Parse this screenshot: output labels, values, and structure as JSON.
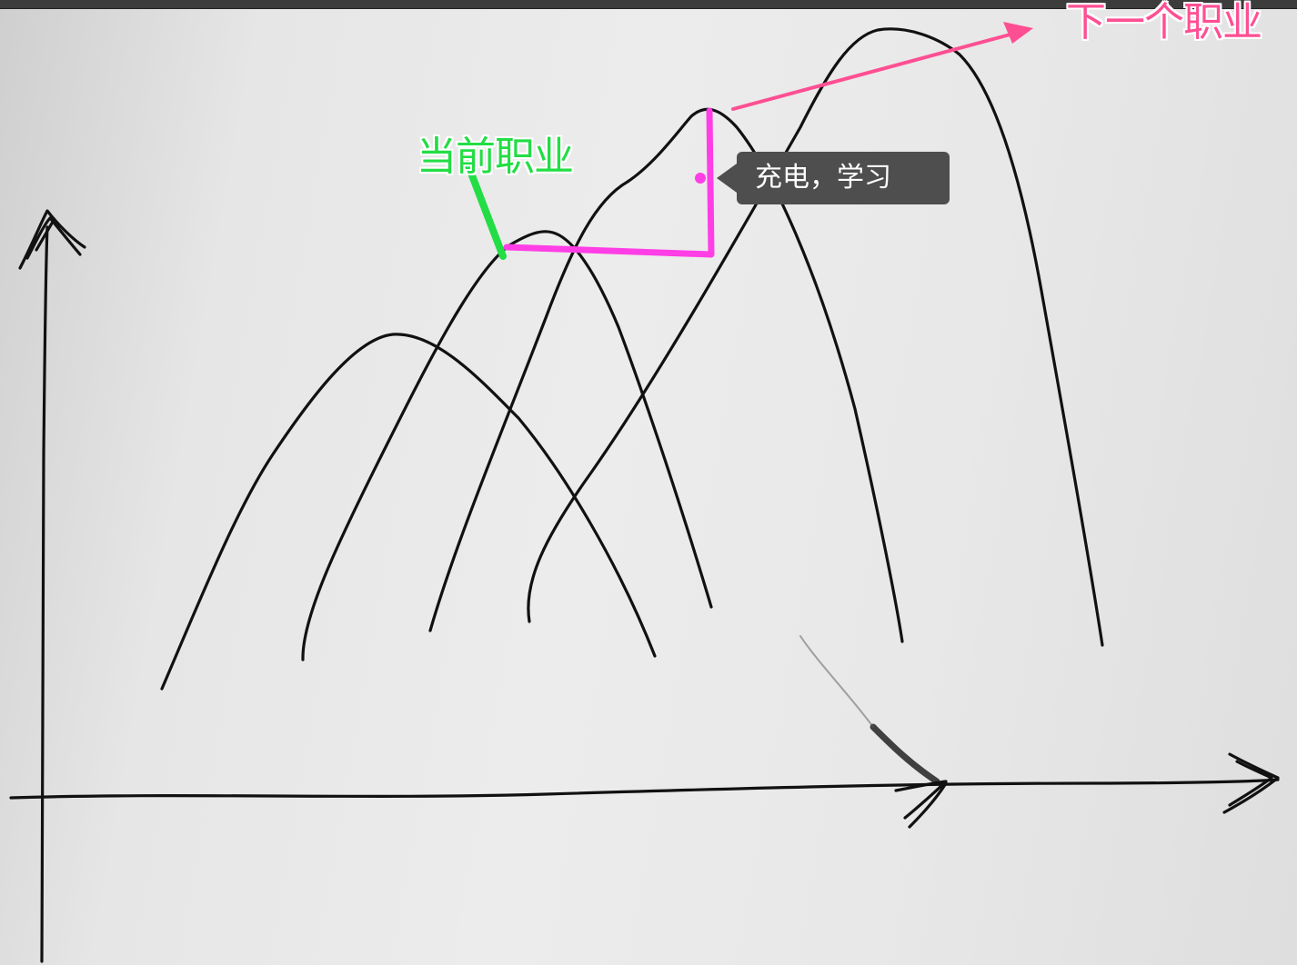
{
  "annotations": {
    "current_career": "当前职业",
    "next_career": "下一个职业",
    "tooltip_text": "充电，学习"
  },
  "colors": {
    "current_career": "#22dd44",
    "next_career": "#ff4f93",
    "path_magenta": "#ff3ee6",
    "ink": "#111111",
    "tooltip_bg": "#4e4e4e"
  }
}
